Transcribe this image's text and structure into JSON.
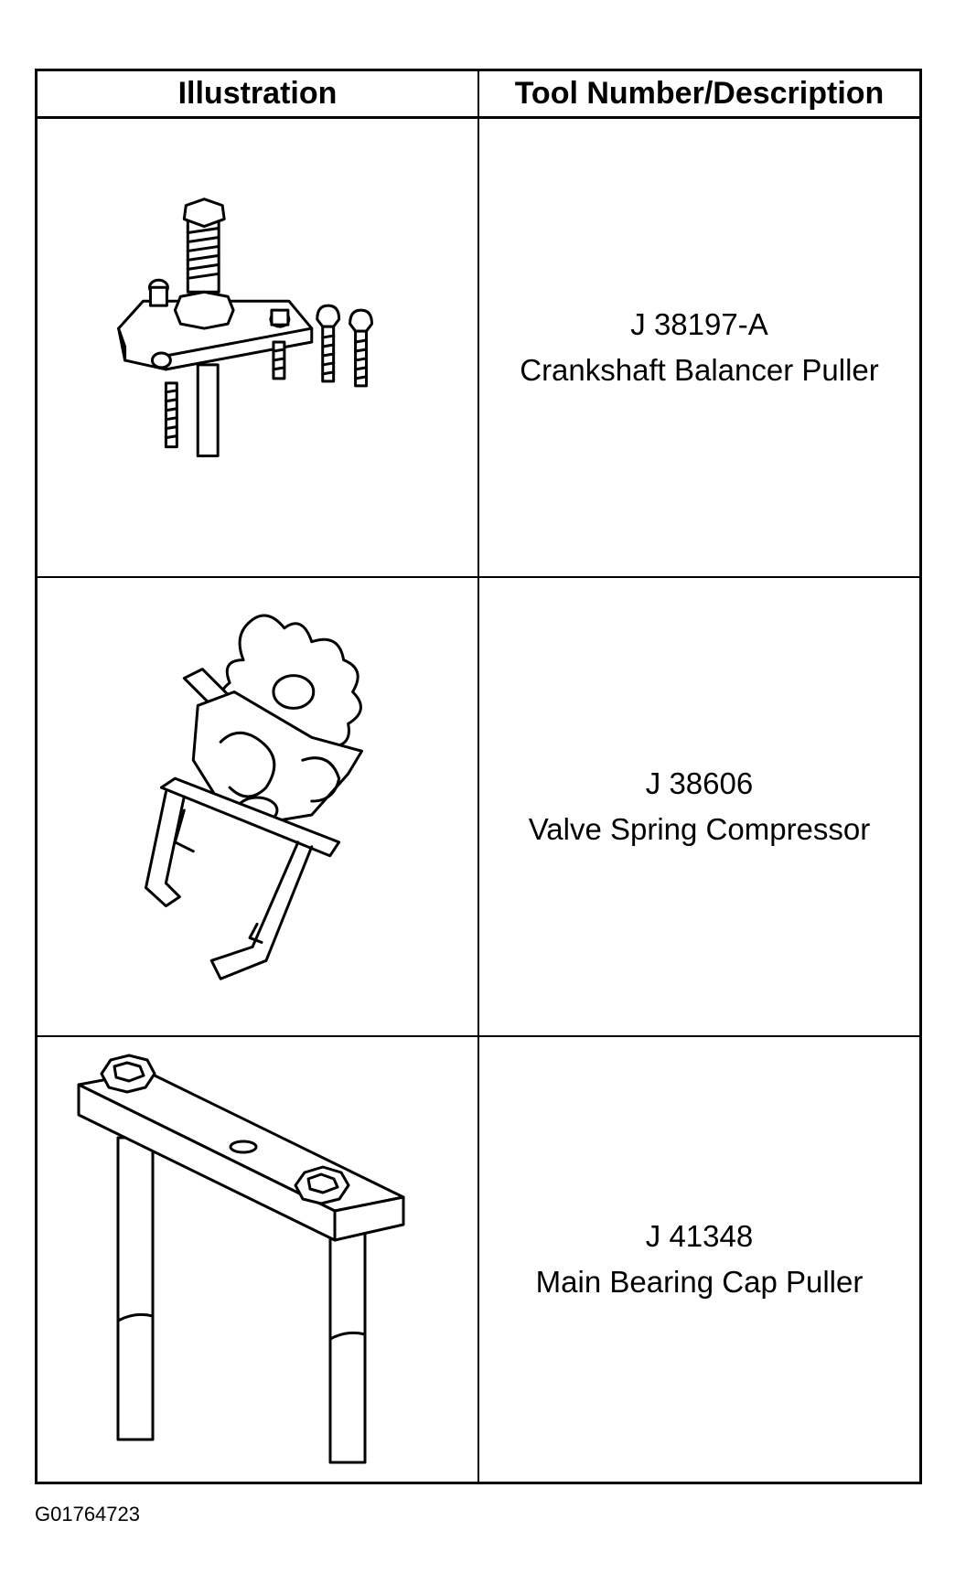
{
  "table": {
    "header": {
      "illustration": "Illustration",
      "description": "Tool Number/Description"
    },
    "rows": [
      {
        "tool_number": "J 38197-A",
        "description": "Crankshaft Balancer Puller",
        "illustration_icon": "crankshaft-balancer-puller-icon"
      },
      {
        "tool_number": "J 38606",
        "description": "Valve Spring Compressor",
        "illustration_icon": "valve-spring-compressor-icon"
      },
      {
        "tool_number": "J 41348",
        "description": "Main Bearing Cap Puller",
        "illustration_icon": "main-bearing-cap-puller-icon"
      }
    ]
  },
  "figure_id": "G01764723"
}
